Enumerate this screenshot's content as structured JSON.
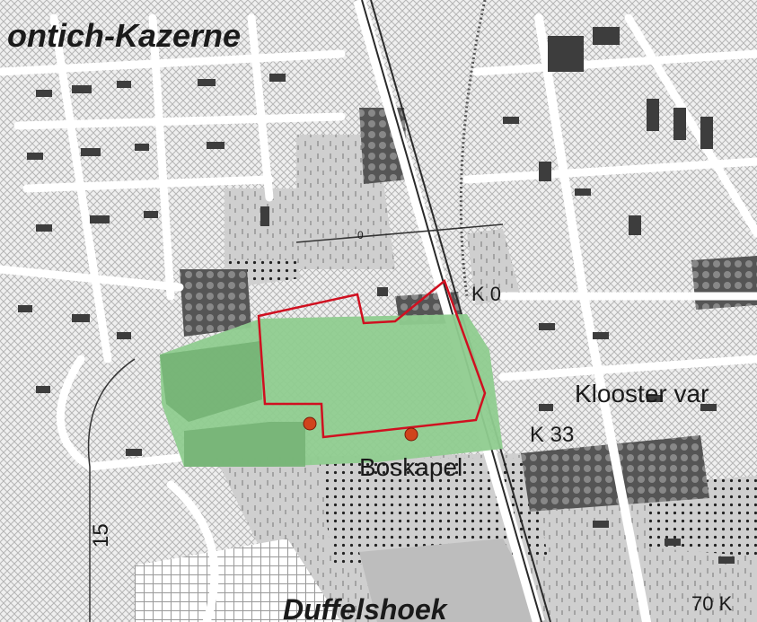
{
  "map": {
    "labels": {
      "place_north": "ontich-Kazerne",
      "place_south": "Duffelshoek",
      "chapel": "Boskapel",
      "monastery": "Klooster var",
      "road_k33": "K 33",
      "road_k0": "K 0",
      "contour_15": "15",
      "contour_70": "70 K",
      "grid_marker": "0"
    },
    "colors": {
      "background": "#f4f4f4",
      "urban_hatch": "#c9c9c9",
      "meadow": "#d0d0d0",
      "building": "#3d3d3d",
      "woodland_dark": "#5a5a5a",
      "green_area": "#8fcc8f",
      "green_area_dark": "#74b274",
      "boundary_red": "#d01020",
      "marker_fill": "#d0441c",
      "road": "#ffffff",
      "railway": "#2a2a2a"
    },
    "features": {
      "study_area": "green-zone",
      "project_boundary": "red-outline",
      "markers": 2
    }
  }
}
